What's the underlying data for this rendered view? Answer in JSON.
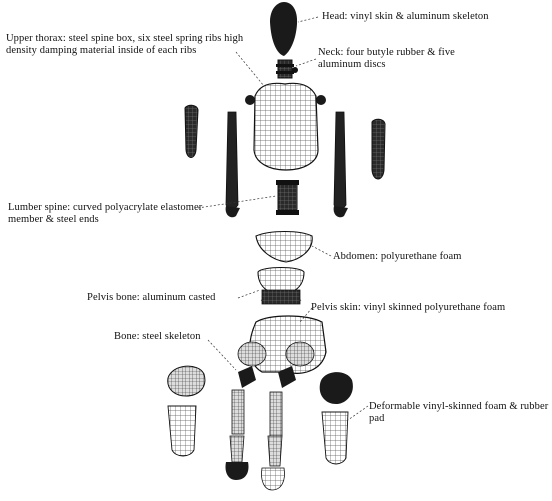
{
  "labels": {
    "head": "Head: vinyl skin & aluminum skeleton",
    "upper_thorax": "Upper thorax: steel spine box, six steel spring ribs high density damping material inside of each ribs",
    "neck": "Neck: four butyle rubber & five aluminum discs",
    "lumbar_spine": "Lumber spine: curved polyacrylate elastomer member & steel ends",
    "abdomen": "Abdomen: polyurethane foam",
    "pelvis_bone": "Pelvis bone: aluminum casted",
    "pelvis_skin": "Pelvis skin: vinyl skinned polyurethane foam",
    "bone": "Bone: steel skeleton",
    "deformable": "Deformable vinyl-skinned foam & rubber pad"
  },
  "colors": {
    "ink": "#111111",
    "part_dark": "#1a1a1a",
    "mesh": "#555555",
    "background": "#ffffff"
  }
}
